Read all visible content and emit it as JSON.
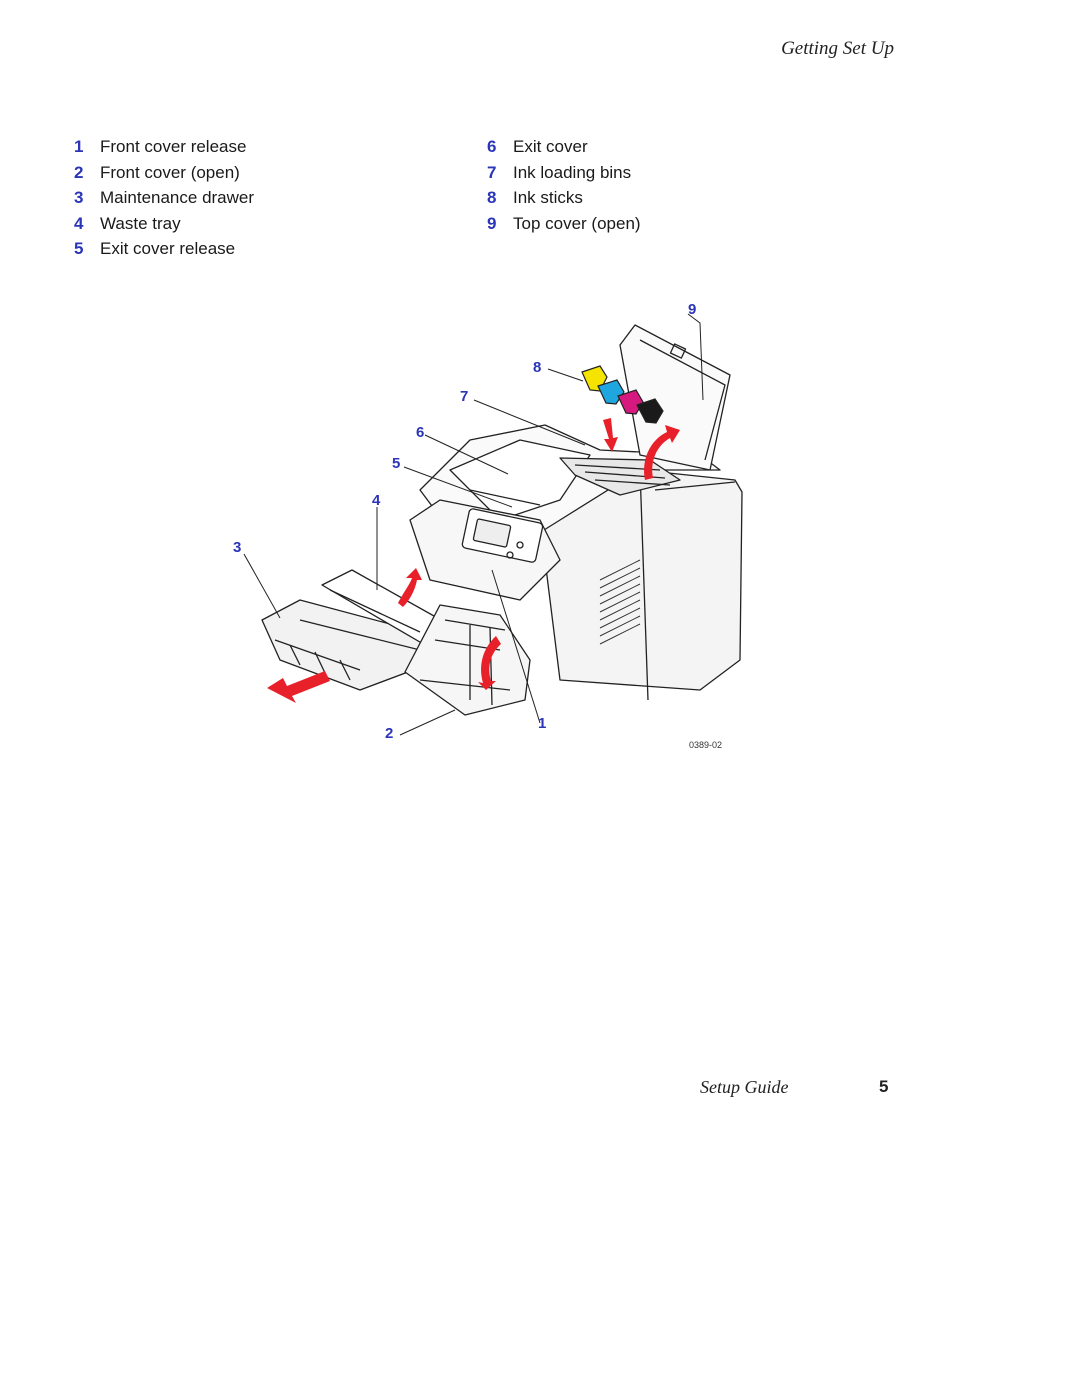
{
  "header": {
    "section_title": "Getting Set Up"
  },
  "legend": {
    "left": [
      {
        "num": "1",
        "label": "Front cover release"
      },
      {
        "num": "2",
        "label": "Front cover (open)"
      },
      {
        "num": "3",
        "label": "Maintenance drawer"
      },
      {
        "num": "4",
        "label": "Waste tray"
      },
      {
        "num": "5",
        "label": "Exit cover release"
      }
    ],
    "right": [
      {
        "num": "6",
        "label": "Exit cover"
      },
      {
        "num": "7",
        "label": "Ink loading bins"
      },
      {
        "num": "8",
        "label": "Ink sticks"
      },
      {
        "num": "9",
        "label": "Top cover (open)"
      }
    ]
  },
  "figure": {
    "callouts": [
      "1",
      "2",
      "3",
      "4",
      "5",
      "6",
      "7",
      "8",
      "9"
    ],
    "figure_code": "0389-02",
    "colors": {
      "arrow": "#e8202a",
      "callout": "#2b35b8",
      "ink_yellow": "#f5e400",
      "ink_cyan": "#1fa6de",
      "ink_magenta": "#d6197f",
      "ink_black": "#1a1a1a"
    }
  },
  "footer": {
    "title": "Setup Guide",
    "page_number": "5"
  }
}
